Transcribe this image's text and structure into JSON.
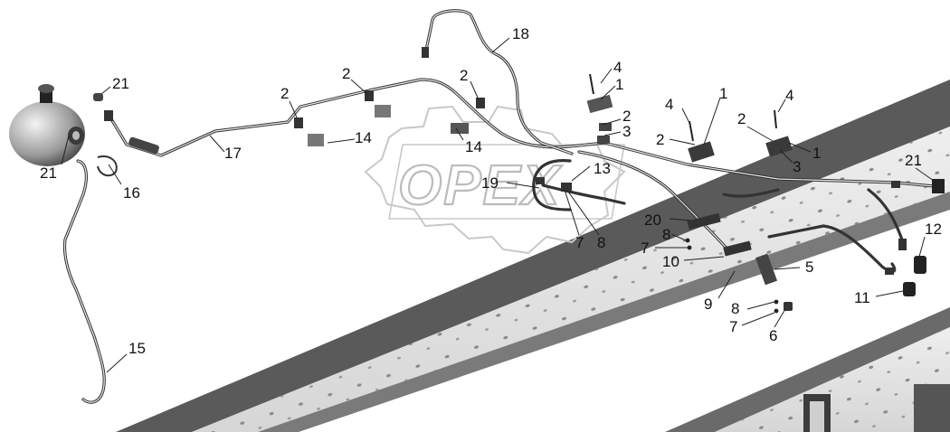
{
  "watermark": {
    "text": "OPEX"
  },
  "callouts": [
    {
      "id": "c-18",
      "text": "18"
    },
    {
      "id": "c-21a",
      "text": "21"
    },
    {
      "id": "c-2a",
      "text": "2"
    },
    {
      "id": "c-2b",
      "text": "2"
    },
    {
      "id": "c-2c",
      "text": "2"
    },
    {
      "id": "c-4a",
      "text": "4"
    },
    {
      "id": "c-1a",
      "text": "1"
    },
    {
      "id": "c-2d",
      "text": "2"
    },
    {
      "id": "c-3a",
      "text": "3"
    },
    {
      "id": "c-4b",
      "text": "4"
    },
    {
      "id": "c-1b",
      "text": "1"
    },
    {
      "id": "c-2e",
      "text": "2"
    },
    {
      "id": "c-4c",
      "text": "4"
    },
    {
      "id": "c-2f",
      "text": "2"
    },
    {
      "id": "c-1c",
      "text": "1"
    },
    {
      "id": "c-3b",
      "text": "3"
    },
    {
      "id": "c-14a",
      "text": "14"
    },
    {
      "id": "c-14b",
      "text": "14"
    },
    {
      "id": "c-17",
      "text": "17"
    },
    {
      "id": "c-21b",
      "text": "21"
    },
    {
      "id": "c-16",
      "text": "16"
    },
    {
      "id": "c-13",
      "text": "13"
    },
    {
      "id": "c-19",
      "text": "19"
    },
    {
      "id": "c-7a",
      "text": "7"
    },
    {
      "id": "c-8a",
      "text": "8"
    },
    {
      "id": "c-20",
      "text": "20"
    },
    {
      "id": "c-8b",
      "text": "8"
    },
    {
      "id": "c-7b",
      "text": "7"
    },
    {
      "id": "c-10",
      "text": "10"
    },
    {
      "id": "c-21c",
      "text": "21"
    },
    {
      "id": "c-12",
      "text": "12"
    },
    {
      "id": "c-5",
      "text": "5"
    },
    {
      "id": "c-9",
      "text": "9"
    },
    {
      "id": "c-11",
      "text": "11"
    },
    {
      "id": "c-8c",
      "text": "8"
    },
    {
      "id": "c-7c",
      "text": "7"
    },
    {
      "id": "c-6",
      "text": "6"
    },
    {
      "id": "c-15",
      "text": "15"
    }
  ]
}
